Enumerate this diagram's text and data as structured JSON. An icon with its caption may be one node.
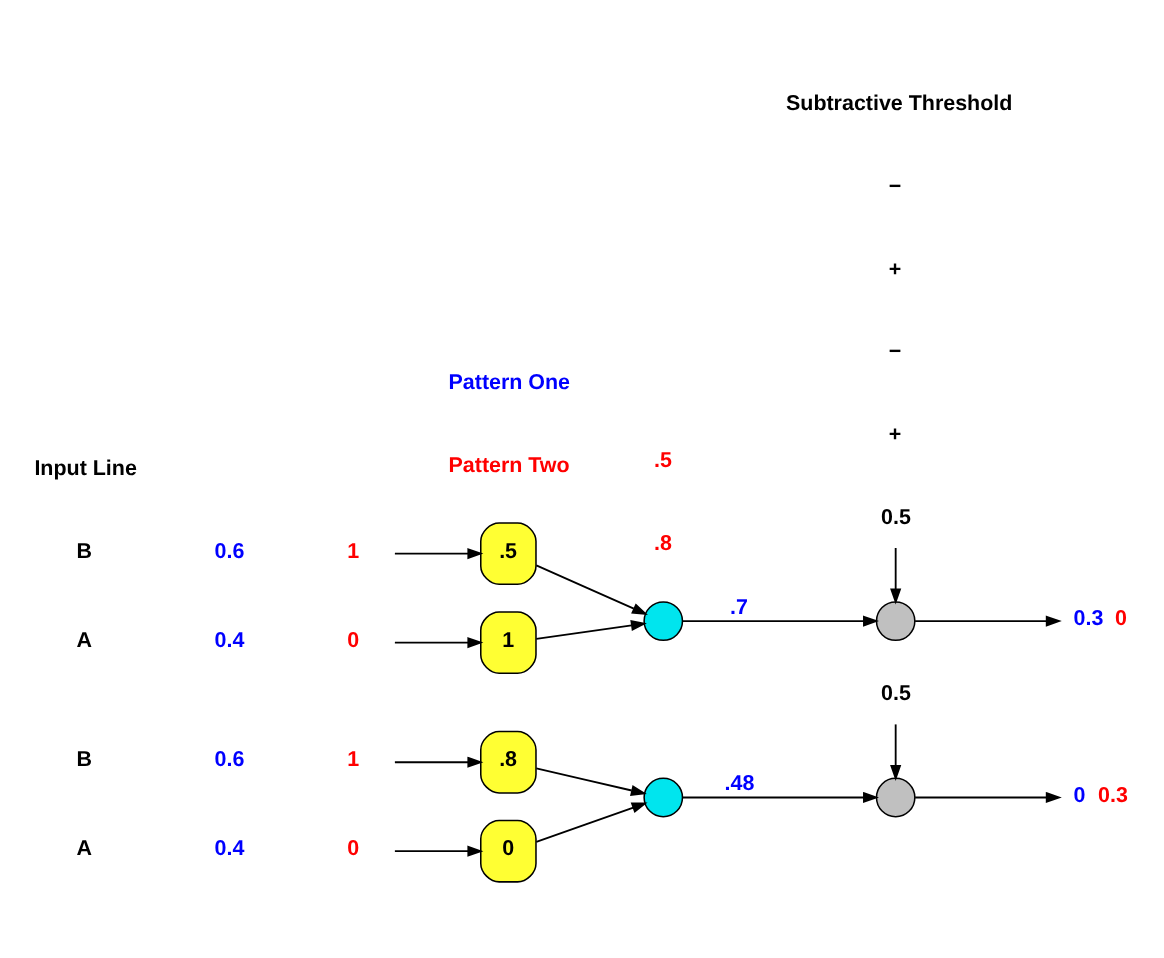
{
  "diagram": {
    "nodes": [
      {
        "text": [
          "0"
        ]
      },
      {
        "text": [
          "0"
        ]
      },
      {
        "text": [],
        "shape": "circle"
      },
      {
        "text": [],
        "shape": "circle"
      },
      {
        "text": [
          "0"
        ],
        "beside": [
          "0.3"
        ]
      },
      {
        "text": [
          "1"
        ]
      },
      {
        "text": [
          ".8"
        ]
      },
      {
        "text": [
          "0.5"
        ]
      },
      {
        "text": [
          "0"
        ]
      },
      {
        "text": [
          "1"
        ]
      },
      {
        "text": [],
        "shape": "circle"
      },
      {
        "text": [],
        "shape": "circle"
      },
      {
        "text": [
          "0.3"
        ],
        "beside": [
          "0"
        ]
      },
      {
        "text": [
          "1"
        ]
      },
      {
        "text": [
          ".5"
        ]
      },
      {
        "text": [
          "0.5"
        ]
      }
    ],
    "edges": [
      {
        "from": 0,
        "to": 1,
        "arrow": "to"
      },
      {
        "from": 1,
        "to": 2,
        "arrow": "to"
      },
      {
        "from": 2,
        "to": 3,
        "arrow": "to",
        "label": ".48"
      },
      {
        "from": 3,
        "to": 4,
        "arrow": "to"
      },
      {
        "from": 5,
        "to": 6,
        "arrow": "to"
      },
      {
        "from": 6,
        "to": 2,
        "arrow": "to"
      },
      {
        "from": 7,
        "to": 3,
        "arrow": "to"
      },
      {
        "from": 8,
        "to": 9,
        "arrow": "to"
      },
      {
        "from": 9,
        "to": 10,
        "arrow": "to"
      },
      {
        "from": 10,
        "to": 11,
        "arrow": "to",
        "label": ".7"
      },
      {
        "from": 11,
        "to": 12,
        "arrow": "to"
      },
      {
        "from": 13,
        "to": 14,
        "arrow": "to"
      },
      {
        "from": 14,
        "to": 10,
        "arrow": "to"
      },
      {
        "from": 15,
        "to": 11,
        "arrow": "to"
      }
    ],
    "labels": [
      "Input Line",
      "A",
      "0.4",
      "B",
      "0.6",
      ".8",
      "+",
      "−",
      "A",
      "0.4",
      "B",
      "0.6",
      ".5",
      "+",
      "−",
      "Pattern Two",
      "Subtractive Threshold",
      "Pattern One"
    ]
  }
}
